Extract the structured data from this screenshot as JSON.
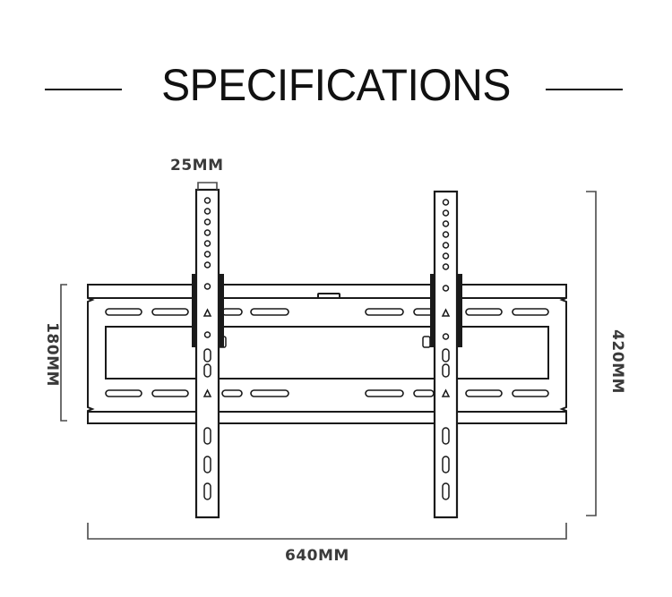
{
  "title": "SPECIFICATIONS",
  "dimensions": {
    "bracket_width": "25MM",
    "vertical_hole_span": "180MM",
    "total_height": "420MM",
    "total_width": "640MM"
  },
  "colors": {
    "line": "#1a1a1a",
    "dimension_line": "#4a4a4a",
    "text": "#3a3a3a"
  }
}
